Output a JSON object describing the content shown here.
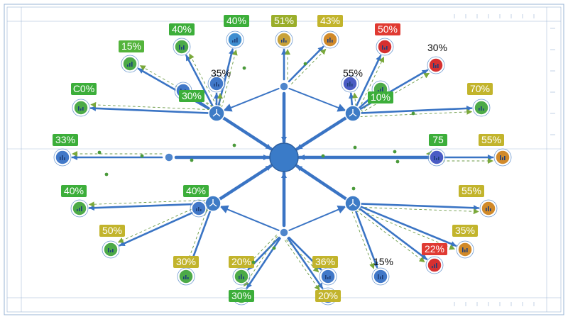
{
  "diagram": {
    "center_color": "#3a7bc8",
    "edge_color": "#3a74c4",
    "labels": [
      {
        "id": "n01",
        "text": "40%",
        "color": "#3cae3a"
      },
      {
        "id": "n02",
        "text": "40%",
        "color": "#3cae3a"
      },
      {
        "id": "n03",
        "text": "51%",
        "color": "#9aae2a"
      },
      {
        "id": "n04",
        "text": "43%",
        "color": "#c2b42c"
      },
      {
        "id": "n05",
        "text": "50%",
        "color": "#e03a32"
      },
      {
        "id": "n06",
        "text": "30%",
        "color": "none"
      },
      {
        "id": "n07",
        "text": "15%",
        "color": "#54b43c"
      },
      {
        "id": "n08",
        "text": "35%",
        "color": "none"
      },
      {
        "id": "n09",
        "text": "55%",
        "color": "none"
      },
      {
        "id": "n10",
        "text": "C0%",
        "color": "#3cae3a"
      },
      {
        "id": "n11",
        "text": "30%",
        "color": "#3cae3a"
      },
      {
        "id": "n12",
        "text": "10%",
        "color": "#3cae3a"
      },
      {
        "id": "n13",
        "text": "70%",
        "color": "#c2b42c"
      },
      {
        "id": "n14",
        "text": "33%",
        "color": "#3cae3a"
      },
      {
        "id": "n15",
        "text": "75",
        "color": "#3cae3a"
      },
      {
        "id": "n16",
        "text": "55%",
        "color": "#c2b42c"
      },
      {
        "id": "n17",
        "text": "40%",
        "color": "#3cae3a"
      },
      {
        "id": "n18",
        "text": "40%",
        "color": "#3cae3a"
      },
      {
        "id": "n19",
        "text": "55%",
        "color": "#c2b42c"
      },
      {
        "id": "n20",
        "text": "50%",
        "color": "#c2b42c"
      },
      {
        "id": "n21",
        "text": "35%",
        "color": "#c2b42c"
      },
      {
        "id": "n22",
        "text": "22%",
        "color": "#e03a32"
      },
      {
        "id": "n23",
        "text": "30%",
        "color": "#c2b42c"
      },
      {
        "id": "n24",
        "text": "20%",
        "color": "#c2b42c"
      },
      {
        "id": "n25",
        "text": "36%",
        "color": "#c2b42c"
      },
      {
        "id": "n26",
        "text": "15%",
        "color": "none"
      },
      {
        "id": "n27",
        "text": "30%",
        "color": "#3cae3a"
      },
      {
        "id": "n28",
        "text": "20%",
        "color": "#c2b42c"
      }
    ]
  }
}
